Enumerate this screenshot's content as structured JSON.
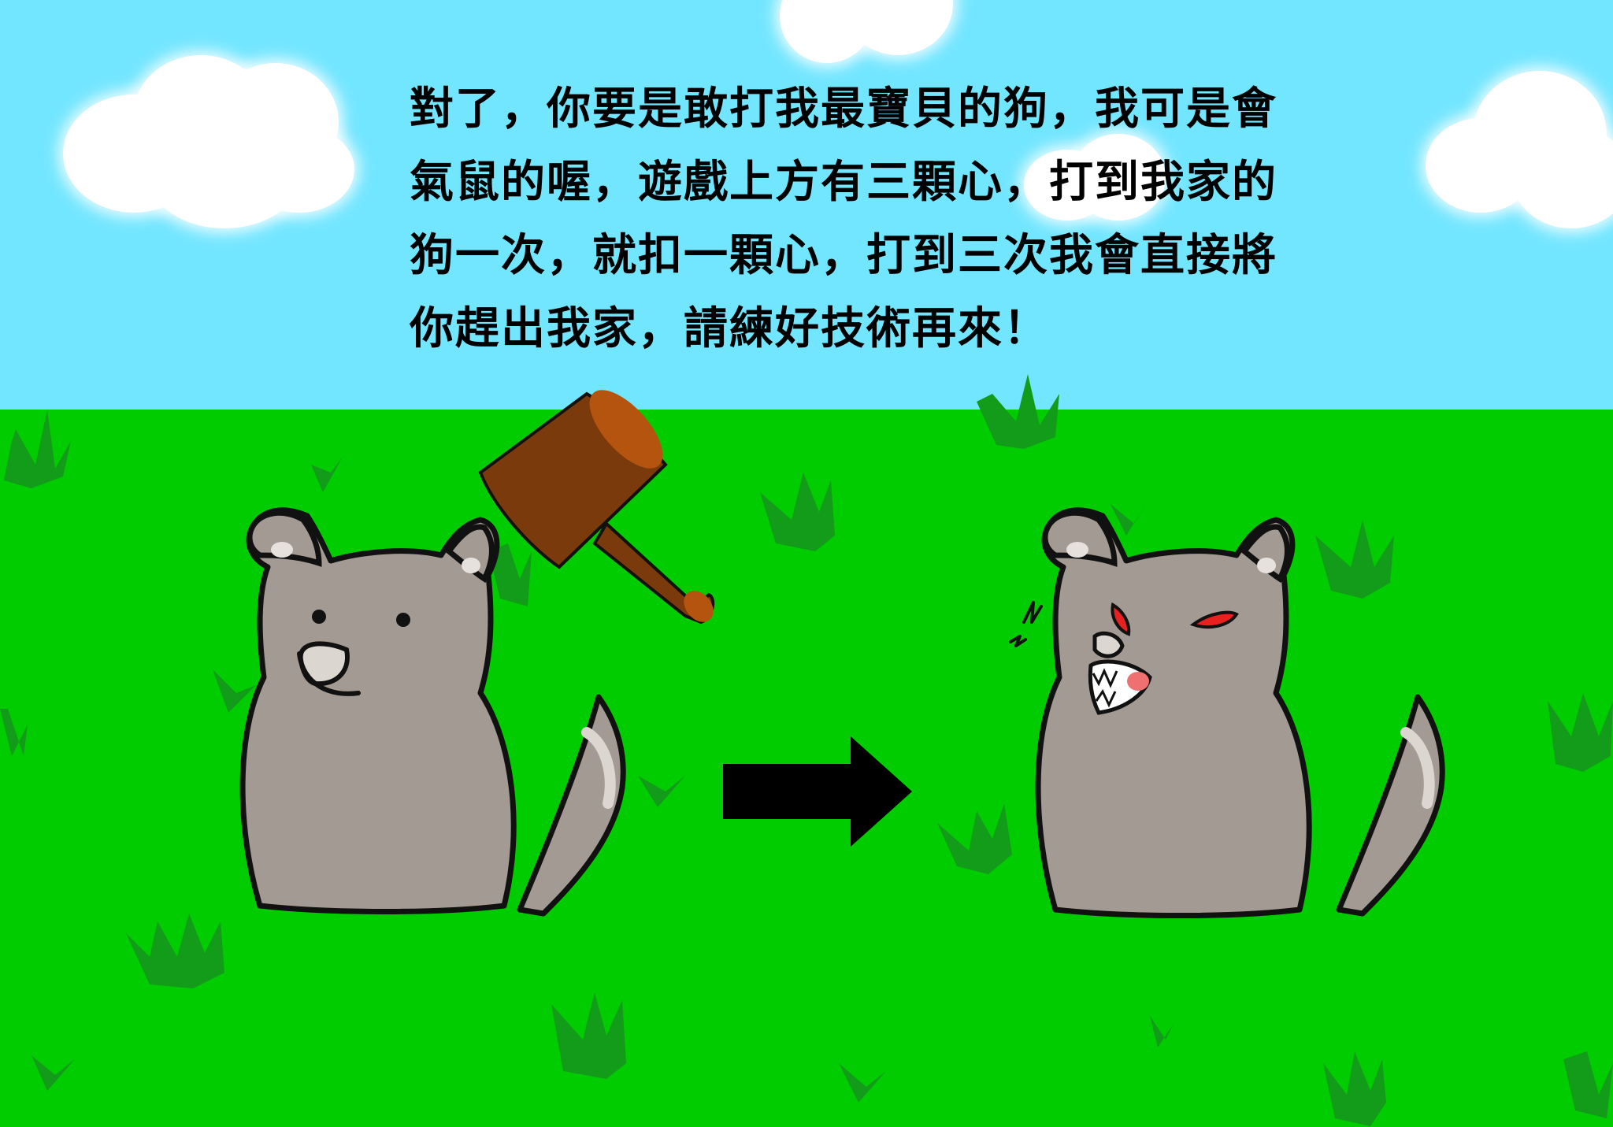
{
  "story": {
    "lines": [
      "對了，你要是敢打我最寶貝的狗，我可是會",
      "氣鼠的喔，遊戲上方有三顆心，打到我家的",
      "狗一次，就扣一顆心，打到三次我會直接將",
      "你趕出我家，請練好技術再來！"
    ]
  },
  "colors": {
    "sky": "#73e6ff",
    "grass": "#00cc00",
    "grass_tuft": "#139b1a",
    "dog_body": "#a39a93",
    "dog_outline": "#111111",
    "hammer_head": "#7a3a0b",
    "hammer_face": "#b4540f",
    "angry_eye": "#e82020",
    "arrow": "#000000"
  },
  "icons": {
    "hammer": "mallet-icon",
    "arrow": "right-arrow-icon",
    "anger_mark": "angry-zigzag-icon"
  }
}
